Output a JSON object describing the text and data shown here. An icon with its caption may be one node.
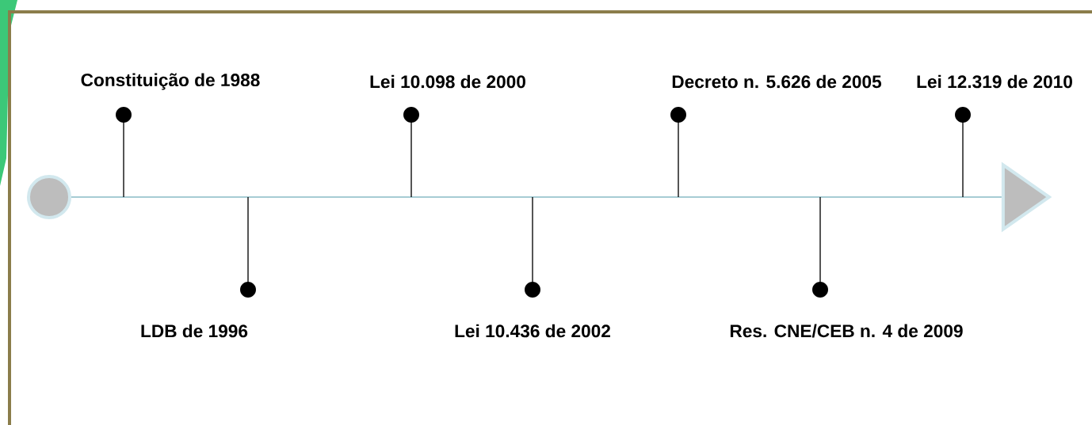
{
  "diagram": {
    "nodes": [
      {
        "text": [],
        "shape": "circle"
      },
      {
        "text": [],
        "shape": "triangle"
      }
    ],
    "edges": [
      {
        "from": 0,
        "to": 1,
        "arrow": "none"
      }
    ],
    "labels": [
      "Constituição de 1988",
      "LDB de 1996",
      "Lei 10.098 de 2000",
      "Lei 10.436 de 2002",
      "Decreto n. 5.626 de 2005",
      "Res. CNE/CEB n. 4 de 2009",
      "Lei 12.319 de 2010"
    ]
  }
}
